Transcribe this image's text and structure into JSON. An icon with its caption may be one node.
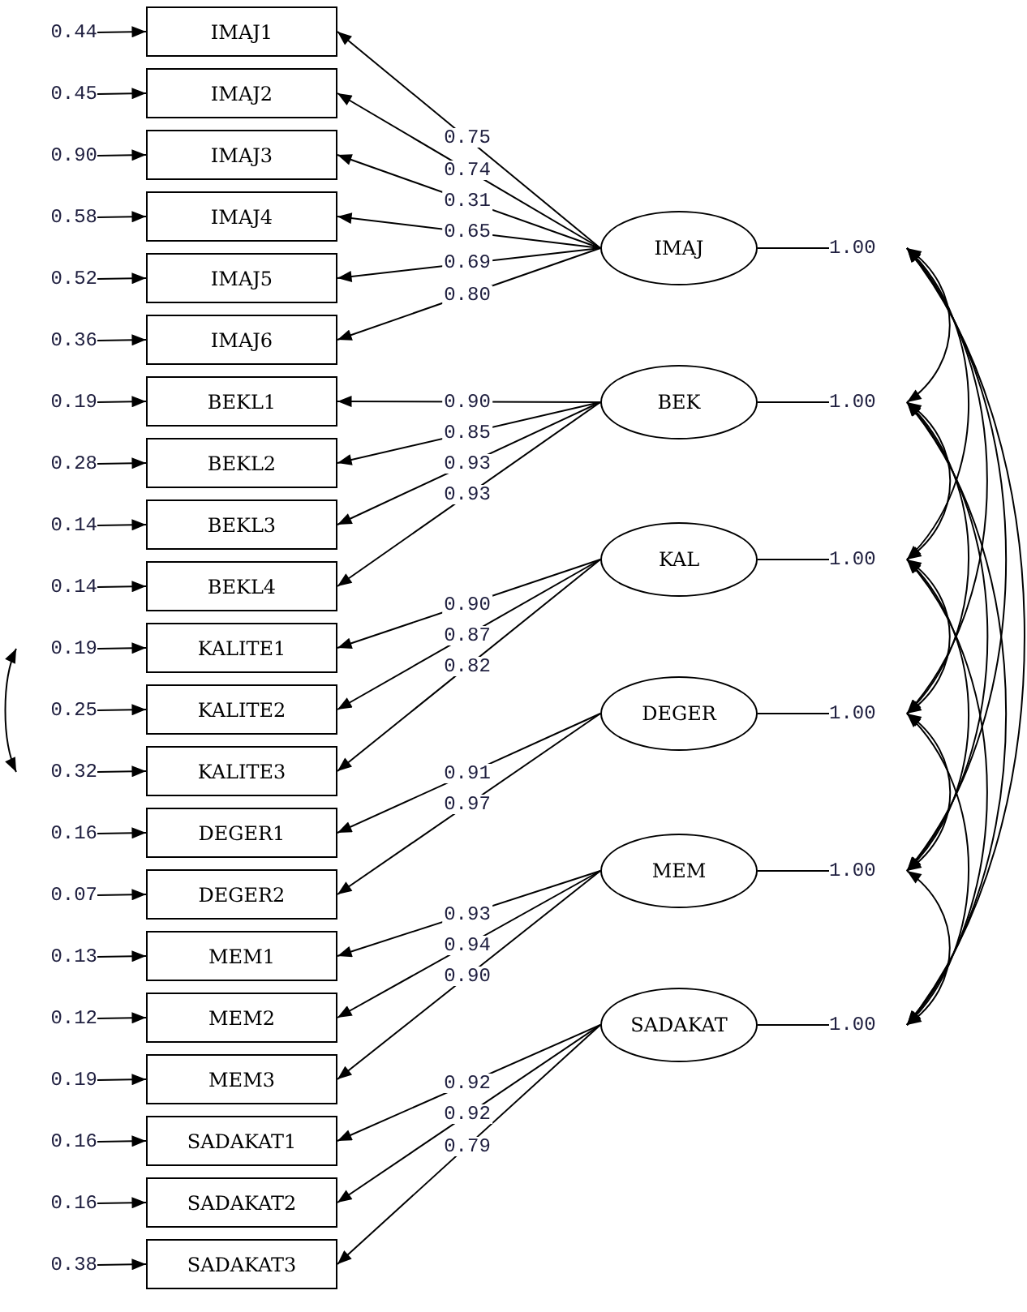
{
  "diagram": {
    "nodes": [
      {
        "text": [
          "0.44"
        ]
      },
      {
        "text": [
          "IMAJ1"
        ]
      },
      {
        "text": [
          "0.45"
        ]
      },
      {
        "text": [
          "IMAJ2"
        ]
      },
      {
        "text": [
          "0.90"
        ]
      },
      {
        "text": [
          "IMAJ3"
        ]
      },
      {
        "text": [
          "0.58"
        ]
      },
      {
        "text": [
          "IMAJ4"
        ]
      },
      {
        "text": [
          "0.52"
        ]
      },
      {
        "text": [
          "IMAJ5"
        ]
      },
      {
        "text": [
          "0.36"
        ]
      },
      {
        "text": [
          "IMAJ6"
        ]
      },
      {
        "text": [
          "0.19"
        ]
      },
      {
        "text": [
          "BEKL1"
        ]
      },
      {
        "text": [
          "0.28"
        ]
      },
      {
        "text": [
          "BEKL2"
        ]
      },
      {
        "text": [
          "0.14"
        ]
      },
      {
        "text": [
          "BEKL3"
        ]
      },
      {
        "text": [
          "0.14"
        ]
      },
      {
        "text": [
          "BEKL4"
        ]
      },
      {
        "text": [
          "0.19"
        ]
      },
      {
        "text": [
          "KALITE1"
        ]
      },
      {
        "text": [
          "0.25"
        ]
      },
      {
        "text": [
          "KALITE2"
        ]
      },
      {
        "text": [
          "0.32"
        ]
      },
      {
        "text": [
          "KALITE3"
        ]
      },
      {
        "text": [
          "0.16"
        ]
      },
      {
        "text": [
          "DEGER1"
        ]
      },
      {
        "text": [
          "0.07"
        ]
      },
      {
        "text": [
          "DEGER2"
        ]
      },
      {
        "text": [
          "0.13"
        ]
      },
      {
        "text": [
          "MEM1"
        ]
      },
      {
        "text": [
          "0.12"
        ]
      },
      {
        "text": [
          "MEM2"
        ]
      },
      {
        "text": [
          "0.19"
        ]
      },
      {
        "text": [
          "MEM3"
        ]
      },
      {
        "text": [
          "0.16"
        ]
      },
      {
        "text": [
          "SADAKAT1"
        ]
      },
      {
        "text": [
          "0.16"
        ]
      },
      {
        "text": [
          "SADAKAT2"
        ]
      },
      {
        "text": [
          "0.38"
        ]
      },
      {
        "text": [
          "SADAKAT3"
        ]
      },
      {
        "text": [
          "IMAJ"
        ]
      },
      {
        "text": [
          "1.00"
        ]
      },
      {
        "text": [
          "BEK"
        ]
      },
      {
        "text": [
          "1.00"
        ]
      },
      {
        "text": [
          "KAL"
        ]
      },
      {
        "text": [
          "1.00"
        ]
      },
      {
        "text": [
          "DEGER"
        ]
      },
      {
        "text": [
          "1.00"
        ]
      },
      {
        "text": [
          "MEM"
        ]
      },
      {
        "text": [
          "1.00"
        ]
      },
      {
        "text": [
          "SADAKAT"
        ]
      },
      {
        "text": [
          "1.00"
        ]
      }
    ],
    "edges": [
      {
        "from": 0,
        "to": 1,
        "arrow": "to"
      },
      {
        "from": 2,
        "to": 3,
        "arrow": "to"
      },
      {
        "from": 4,
        "to": 5,
        "arrow": "to"
      },
      {
        "from": 6,
        "to": 7,
        "arrow": "to"
      },
      {
        "from": 8,
        "to": 9,
        "arrow": "to"
      },
      {
        "from": 10,
        "to": 11,
        "arrow": "to"
      },
      {
        "from": 12,
        "to": 13,
        "arrow": "to"
      },
      {
        "from": 14,
        "to": 15,
        "arrow": "to"
      },
      {
        "from": 16,
        "to": 17,
        "arrow": "to"
      },
      {
        "from": 18,
        "to": 19,
        "arrow": "to"
      },
      {
        "from": 20,
        "to": 21,
        "arrow": "to"
      },
      {
        "from": 22,
        "to": 23,
        "arrow": "to"
      },
      {
        "from": 24,
        "to": 25,
        "arrow": "to"
      },
      {
        "from": 26,
        "to": 27,
        "arrow": "to"
      },
      {
        "from": 28,
        "to": 29,
        "arrow": "to"
      },
      {
        "from": 30,
        "to": 31,
        "arrow": "to"
      },
      {
        "from": 32,
        "to": 33,
        "arrow": "to"
      },
      {
        "from": 34,
        "to": 35,
        "arrow": "to"
      },
      {
        "from": 36,
        "to": 37,
        "arrow": "to"
      },
      {
        "from": 38,
        "to": 39,
        "arrow": "to"
      },
      {
        "from": 40,
        "to": 41,
        "arrow": "to"
      },
      {
        "from": 20,
        "to": 24,
        "arrow": "both"
      },
      {
        "from": 42,
        "to": 1,
        "arrow": "to",
        "label": "0.75"
      },
      {
        "from": 42,
        "to": 3,
        "arrow": "to",
        "label": "0.74"
      },
      {
        "from": 42,
        "to": 5,
        "arrow": "to",
        "label": "0.31"
      },
      {
        "from": 42,
        "to": 7,
        "arrow": "to",
        "label": "0.65"
      },
      {
        "from": 42,
        "to": 9,
        "arrow": "to",
        "label": "0.69"
      },
      {
        "from": 42,
        "to": 11,
        "arrow": "to",
        "label": "0.80"
      },
      {
        "from": 44,
        "to": 13,
        "arrow": "to",
        "label": "0.90"
      },
      {
        "from": 44,
        "to": 15,
        "arrow": "to",
        "label": "0.85"
      },
      {
        "from": 44,
        "to": 17,
        "arrow": "to",
        "label": "0.93"
      },
      {
        "from": 44,
        "to": 19,
        "arrow": "to",
        "label": "0.93"
      },
      {
        "from": 46,
        "to": 21,
        "arrow": "to",
        "label": "0.90"
      },
      {
        "from": 46,
        "to": 23,
        "arrow": "to",
        "label": "0.87"
      },
      {
        "from": 46,
        "to": 25,
        "arrow": "to",
        "label": "0.82"
      },
      {
        "from": 48,
        "to": 27,
        "arrow": "to",
        "label": "0.91"
      },
      {
        "from": 48,
        "to": 29,
        "arrow": "to",
        "label": "0.97"
      },
      {
        "from": 50,
        "to": 31,
        "arrow": "to",
        "label": "0.93"
      },
      {
        "from": 50,
        "to": 33,
        "arrow": "to",
        "label": "0.94"
      },
      {
        "from": 50,
        "to": 35,
        "arrow": "to",
        "label": "0.90"
      },
      {
        "from": 52,
        "to": 37,
        "arrow": "to",
        "label": "0.92"
      },
      {
        "from": 52,
        "to": 39,
        "arrow": "to",
        "label": "0.92"
      },
      {
        "from": 52,
        "to": 41,
        "arrow": "to",
        "label": "0.79"
      },
      {
        "from": 42,
        "to": 43,
        "arrow": "none"
      },
      {
        "from": 44,
        "to": 45,
        "arrow": "none"
      },
      {
        "from": 46,
        "to": 47,
        "arrow": "none"
      },
      {
        "from": 48,
        "to": 49,
        "arrow": "none"
      },
      {
        "from": 50,
        "to": 51,
        "arrow": "none"
      },
      {
        "from": 52,
        "to": 53,
        "arrow": "none"
      },
      {
        "from": 43,
        "to": 45,
        "arrow": "both"
      },
      {
        "from": 43,
        "to": 47,
        "arrow": "both"
      },
      {
        "from": 43,
        "to": 49,
        "arrow": "both"
      },
      {
        "from": 43,
        "to": 51,
        "arrow": "both"
      },
      {
        "from": 43,
        "to": 53,
        "arrow": "both"
      },
      {
        "from": 45,
        "to": 47,
        "arrow": "both"
      },
      {
        "from": 45,
        "to": 49,
        "arrow": "both"
      },
      {
        "from": 45,
        "to": 51,
        "arrow": "both"
      },
      {
        "from": 45,
        "to": 53,
        "arrow": "both"
      },
      {
        "from": 47,
        "to": 49,
        "arrow": "both"
      },
      {
        "from": 47,
        "to": 51,
        "arrow": "both"
      },
      {
        "from": 47,
        "to": 53,
        "arrow": "both"
      },
      {
        "from": 49,
        "to": 51,
        "arrow": "both"
      },
      {
        "from": 49,
        "to": 53,
        "arrow": "both"
      },
      {
        "from": 51,
        "to": 53,
        "arrow": "both"
      }
    ]
  }
}
